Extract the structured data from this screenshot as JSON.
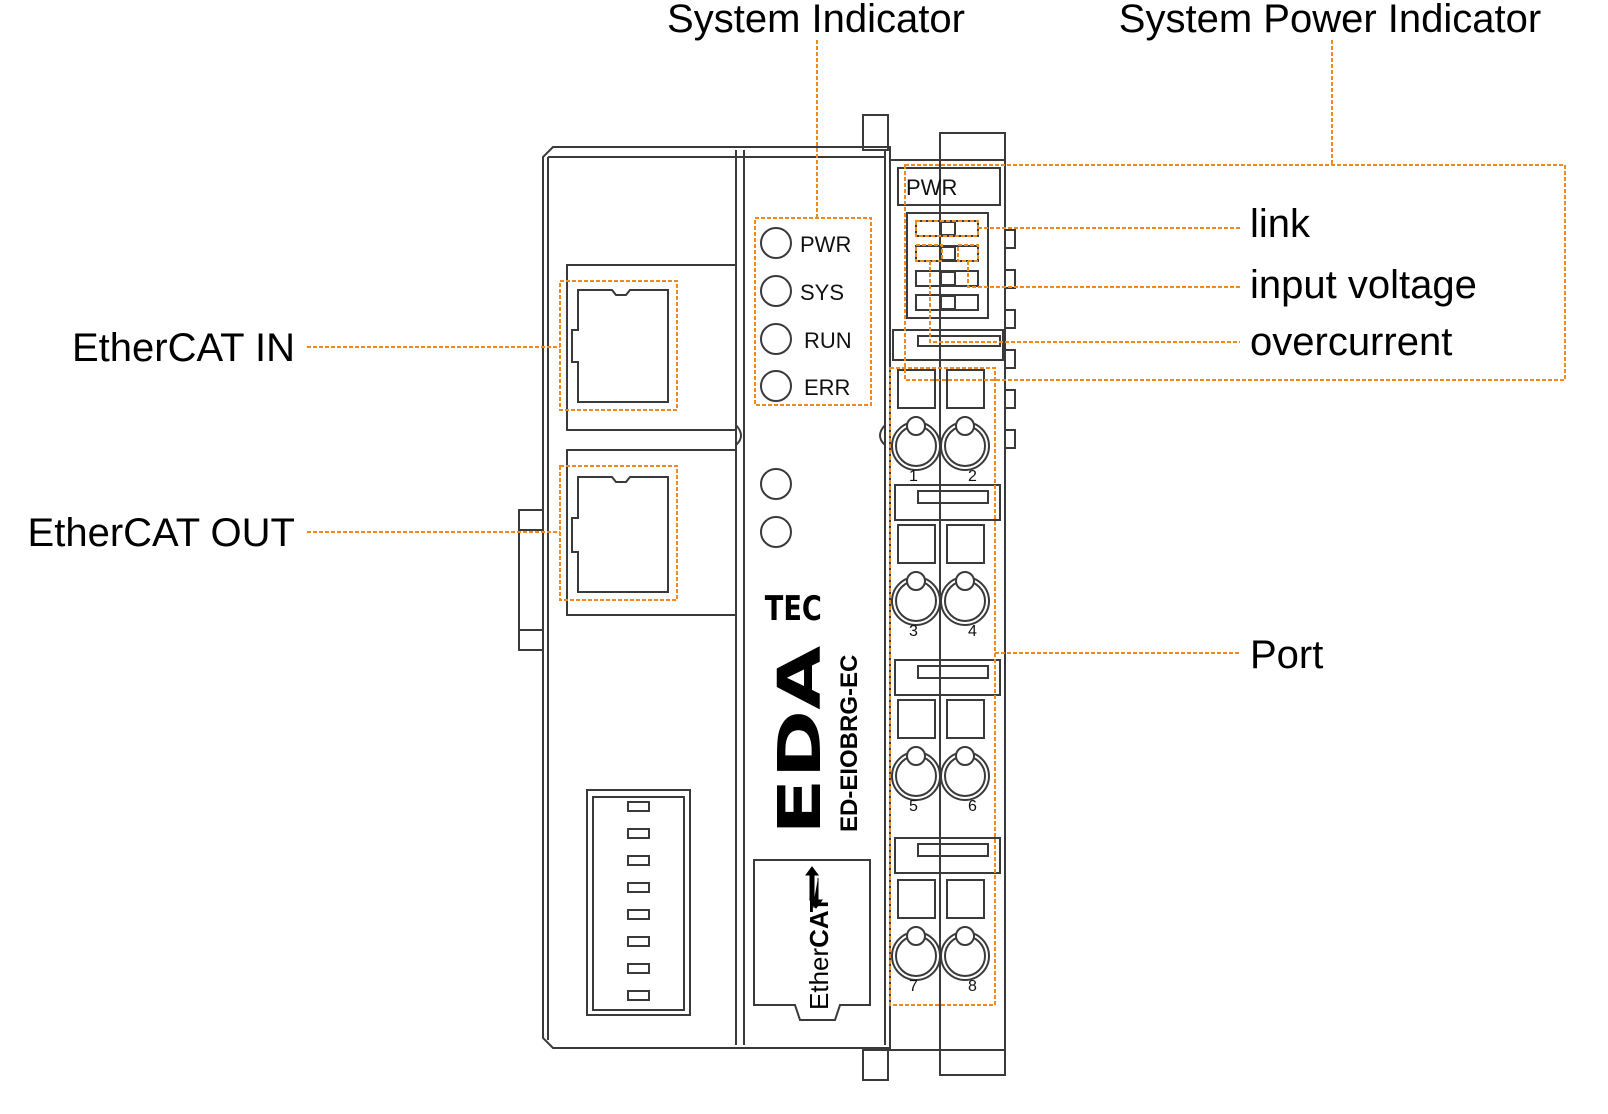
{
  "annotations": {
    "system_indicator": "System Indicator",
    "system_power_indicator": "System Power Indicator",
    "link": "link",
    "input_voltage": "input voltage",
    "overcurrent": "overcurrent",
    "ethercat_in": "EtherCAT IN",
    "ethercat_out": "EtherCAT OUT",
    "port": "Port"
  },
  "leds": [
    "PWR",
    "SYS",
    "RUN",
    "ERR"
  ],
  "power_label": "PWR",
  "logo": {
    "brand": "EDA",
    "brand_suffix": "TEC"
  },
  "model": "ED-EIOBRG-EC",
  "ethercat_logo": {
    "ether": "Ether",
    "cat": "CAT"
  },
  "port_numbers": [
    "1",
    "2",
    "3",
    "4",
    "5",
    "6",
    "7",
    "8"
  ],
  "colors": {
    "annotation": "#f08a1c",
    "outline": "#3a3a3a"
  }
}
